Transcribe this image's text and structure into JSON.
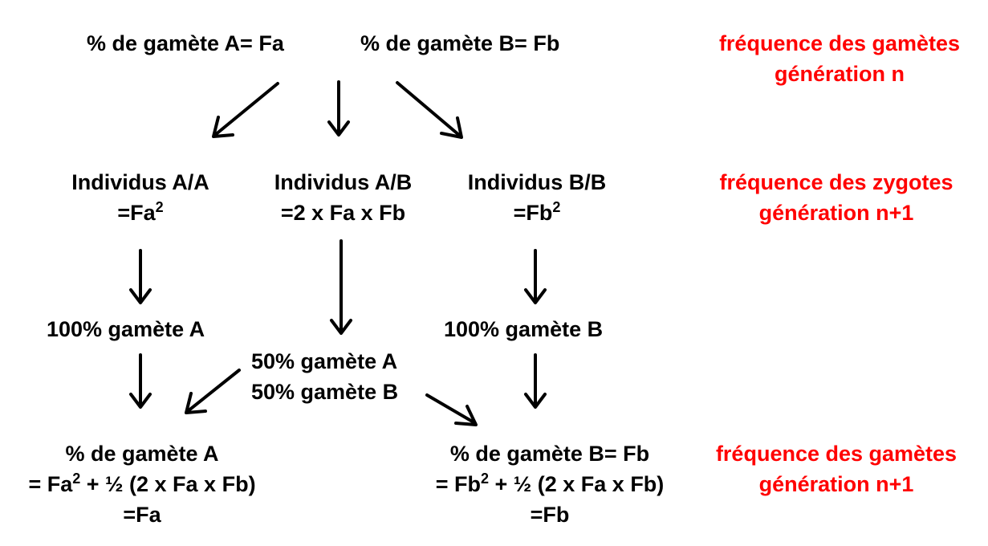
{
  "colors": {
    "text": "#000000",
    "annotation": "#ff0000",
    "background": "#ffffff",
    "arrow": "#000000"
  },
  "top": {
    "gamete_a": "% de gamète A= Fa",
    "gamete_b": "% de gamète B= Fb",
    "annotation_line1": "fréquence des gamètes",
    "annotation_line2": "génération n"
  },
  "zygotes": {
    "aa_label": "Individus A/A",
    "aa_formula": "=Fa",
    "aa_exp": "2",
    "ab_label": "Individus A/B",
    "ab_formula": "=2 x Fa x Fb",
    "bb_label": "Individus B/B",
    "bb_formula": "=Fb",
    "bb_exp": "2",
    "annotation_line1": "fréquence des zygotes",
    "annotation_line2": "génération n+1"
  },
  "gametes_produced": {
    "from_aa": "100% gamète A",
    "from_ab_a": "50% gamète A",
    "from_ab_b": "50% gamète B",
    "from_bb": "100% gamète B"
  },
  "result": {
    "a_line1": "% de gamète A",
    "a_line2_pre": "= Fa",
    "a_line2_exp": "2",
    "a_line2_post": " + ½ (2 x Fa x Fb)",
    "a_line3": "=Fa",
    "b_line1": "% de gamète B= Fb",
    "b_line2_pre": "= Fb",
    "b_line2_exp": "2",
    "b_line2_post": " + ½ (2 x Fa x Fb)",
    "b_line3": "=Fb",
    "annotation_line1": "fréquence des gamètes",
    "annotation_line2": "génération n+1"
  }
}
